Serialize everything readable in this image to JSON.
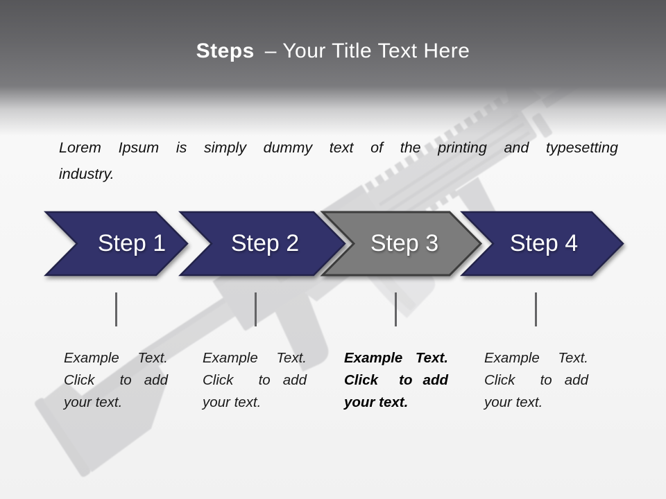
{
  "slide": {
    "title": {
      "bold": "Steps",
      "rest": "– Your Title Text Here"
    },
    "intro": {
      "line1": "Lorem Ipsum is simply dummy text of the printing and typesetting",
      "line2": "industry."
    },
    "steps": [
      {
        "label": "Step 1",
        "description": "Example Text. Click  to add your text.",
        "highlighted": false
      },
      {
        "label": "Step 2",
        "description": "Example Text. Click  to add your text.",
        "highlighted": false
      },
      {
        "label": "Step 3",
        "description": "Example Text. Click  to add your text.",
        "highlighted": true
      },
      {
        "label": "Step 4",
        "description": "Example Text. Click  to add your text.",
        "highlighted": false
      }
    ],
    "colors": {
      "chevron_navy": "#32336a",
      "chevron_navy_border": "#232448",
      "chevron_gray": "#7c7c7c",
      "chevron_gray_border": "#3c3c3c",
      "header_gray_top": "#57575a",
      "header_gray_bottom": "#7b7b7e",
      "connector_gray": "#646466",
      "label_text": "#ffffff"
    },
    "watermark": "rifle-photo"
  }
}
